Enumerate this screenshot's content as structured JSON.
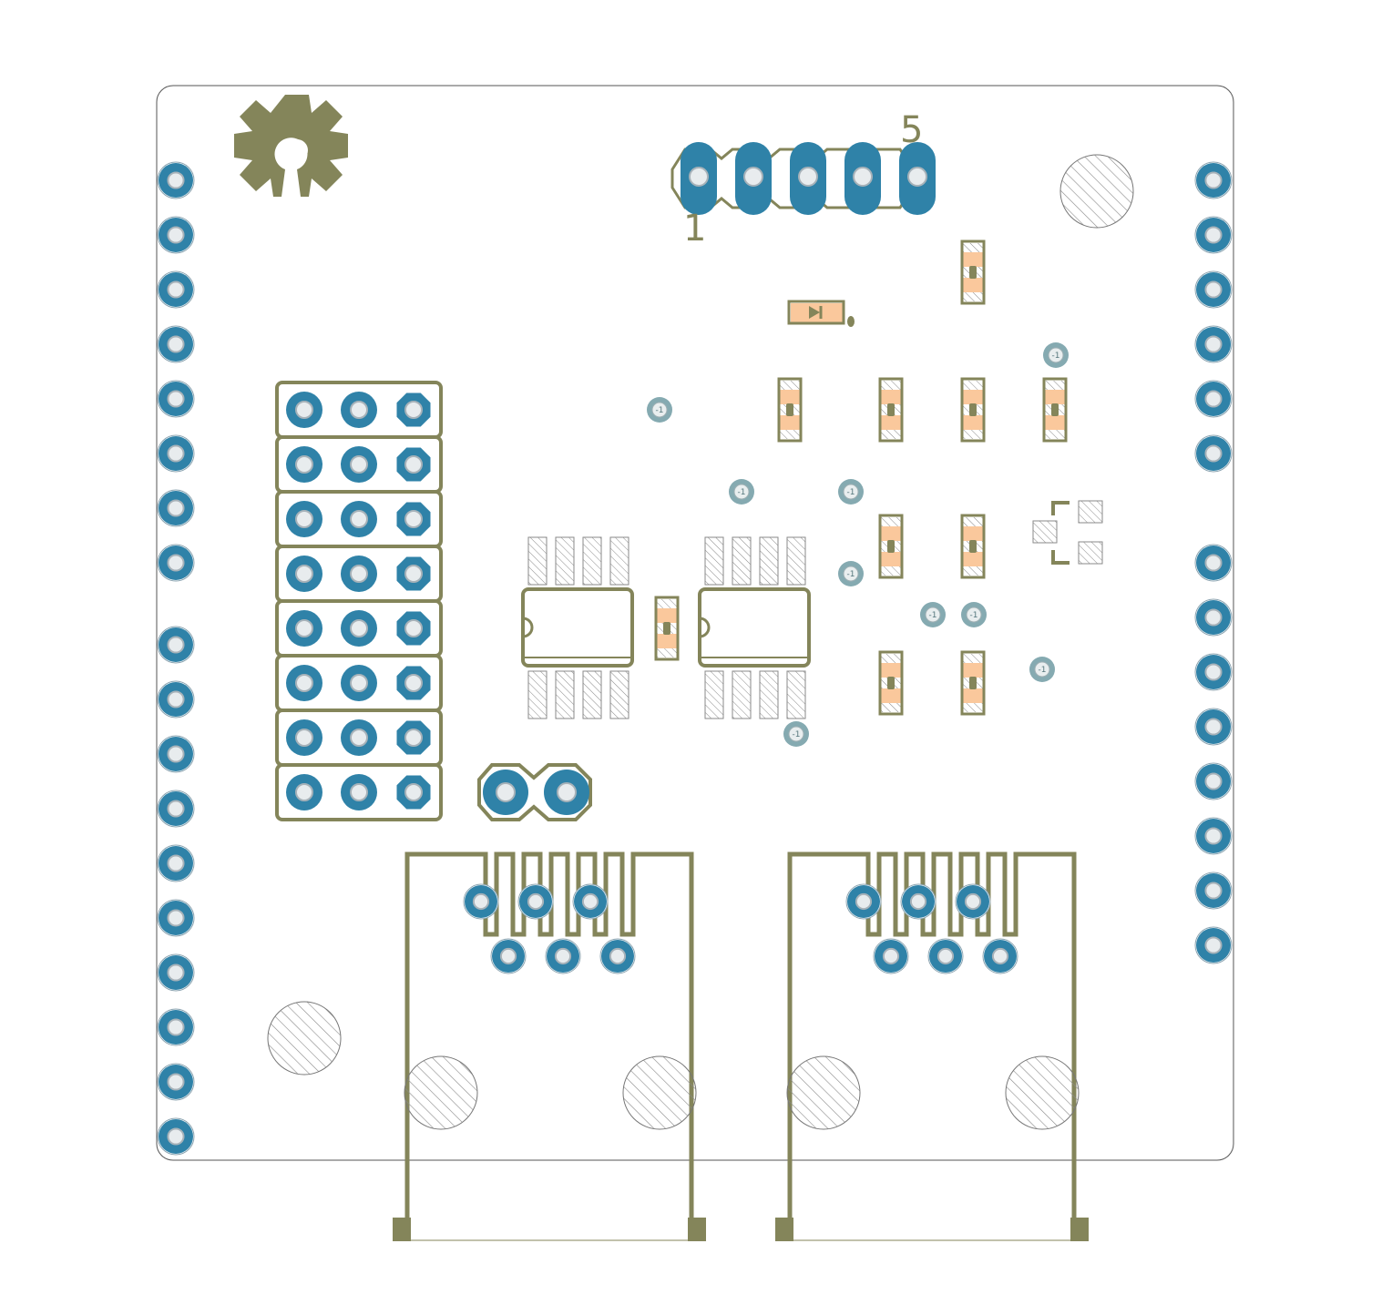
{
  "diagram": {
    "type": "pcb-layout",
    "header_labels": {
      "pin_first": "1",
      "pin_last": "5"
    },
    "via_label": "-1",
    "colors": {
      "silkscreen": "#84855a",
      "copper_pad": "#2f82a8",
      "via": "#85aab1",
      "smd_pad": "#fac89c",
      "hatch": "#8a8a8a",
      "outline": "#555555",
      "background": "#ffffff"
    },
    "components": {
      "logo": "open-hardware-gear-icon",
      "header_5pin": "pin-header",
      "header_3x8": "pin-header-block",
      "jumper_2pin": "jumper",
      "rj45_left": "rj45-jack",
      "rj45_right": "rj45-jack",
      "ic_left": "soic-8",
      "ic_right": "soic-8",
      "led": "led-icon"
    }
  }
}
